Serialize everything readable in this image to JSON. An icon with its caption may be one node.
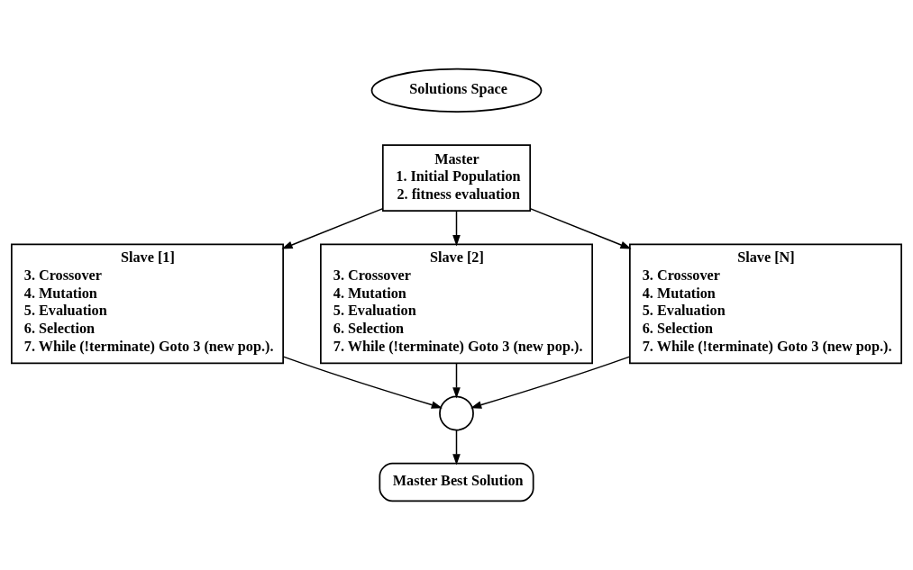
{
  "diagram": {
    "nodes": [
      {
        "text": [
          "Solutions Space"
        ]
      },
      {
        "text": [
          "Master",
          "1. Initial Population",
          "2. fitness evaluation"
        ]
      },
      {
        "text": [
          "Slave [1]",
          "3. Crossover",
          "4. Mutation",
          "5. Evaluation",
          "6. Selection",
          "7. While (!terminate) Goto 3 (new pop.)."
        ]
      },
      {
        "text": [
          "Slave [2]",
          "3. Crossover",
          "4. Mutation",
          "5. Evaluation",
          "6. Selection",
          "7. While (!terminate) Goto 3 (new pop.)."
        ]
      },
      {
        "text": [
          "Slave [N]",
          "3. Crossover",
          "4. Mutation",
          "5. Evaluation",
          "6. Selection",
          "7. While (!terminate) Goto 3 (new pop.)."
        ]
      },
      {
        "text": [],
        "shape": "circle"
      },
      {
        "text": [
          "Master Best Solution"
        ]
      }
    ],
    "edges": [
      {
        "from": 1,
        "to": 2,
        "arrow": "to"
      },
      {
        "from": 1,
        "to": 3,
        "arrow": "to"
      },
      {
        "from": 1,
        "to": 4,
        "arrow": "to"
      },
      {
        "from": 2,
        "to": 5,
        "arrow": "to"
      },
      {
        "from": 3,
        "to": 5,
        "arrow": "to"
      },
      {
        "from": 4,
        "to": 5,
        "arrow": "to"
      },
      {
        "from": 5,
        "to": 6,
        "arrow": "to"
      }
    ]
  }
}
